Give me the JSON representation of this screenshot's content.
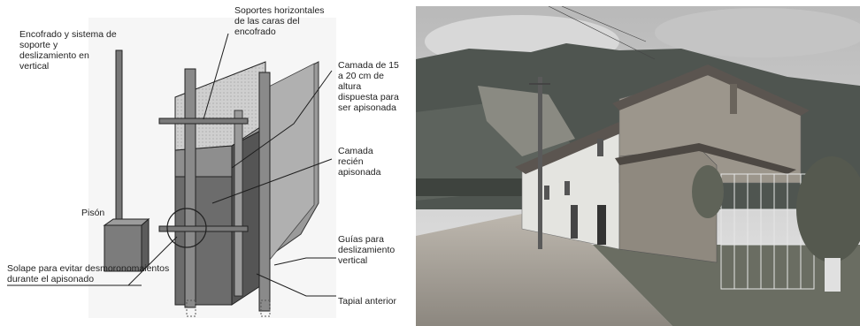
{
  "diagram": {
    "labels": {
      "top_left": "Encofrado y sistema de soporte y deslizamiento en vertical",
      "soportes": "Soportes horizontales de las caras del encofrado",
      "camada_15_20": "Camada de 15 a 20 cm de altura dispuesta para ser apisonada",
      "camada_recien": "Camada recién apisonada",
      "pison": "Pisón",
      "guias": "Guías para deslizamiento vertical",
      "solape": "Solape para evitar desmoronomaientos durante el apisonado",
      "tapial_anterior": "Tapial anterior"
    },
    "colors": {
      "wall_dark": "#5e5e5e",
      "wall_mid": "#8a8a8a",
      "wall_light": "#c4c4c4",
      "line": "#1e1e1e"
    }
  },
  "photo": {
    "colors": {
      "sky": "#cfcfcf",
      "mountain": "#4f5550",
      "road": "#a8a29a",
      "wall_white": "#e4e4e0",
      "adobe": "#9c968c",
      "roof": "#5b5550",
      "vegetation": "#6a6d62"
    }
  }
}
